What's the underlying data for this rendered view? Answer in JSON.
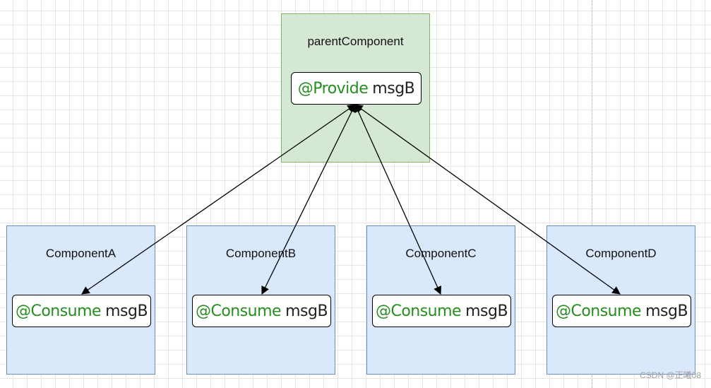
{
  "diagram": {
    "parent": {
      "title": "parentComponent",
      "decorator": "@Provide",
      "variable": "msgB"
    },
    "children": [
      {
        "title": "ComponentA",
        "decorator": "@Consume",
        "variable": "msgB"
      },
      {
        "title": "ComponentB",
        "decorator": "@Consume",
        "variable": "msgB"
      },
      {
        "title": "ComponentC",
        "decorator": "@Consume",
        "variable": "msgB"
      },
      {
        "title": "ComponentD",
        "decorator": "@Consume",
        "variable": "msgB"
      }
    ],
    "colors": {
      "parent_fill": "#d5e8d4",
      "parent_border": "#82b366",
      "child_fill": "#dae8fc",
      "child_border": "#6c8ebf",
      "decorator_text": "#248e1e"
    },
    "connections": "bidirectional arrows from parent @Provide field to each child @Consume field"
  },
  "watermark": "CSDN @正曦08"
}
